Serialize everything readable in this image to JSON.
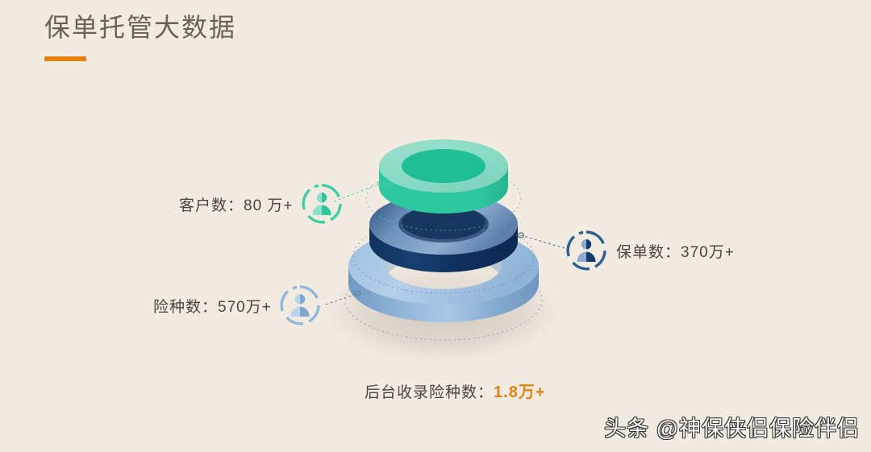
{
  "header": {
    "title": "保单托管大数据",
    "accent_color": "#E5820E"
  },
  "background_color": "#F2EBE1",
  "stats": [
    {
      "id": "customers",
      "label": "客户数：80 万+",
      "icon": "person-in-ring-icon",
      "color": "#3FCFA8"
    },
    {
      "id": "insurance_types",
      "label": "险种数：570万+",
      "icon": "person-in-ring-icon",
      "color": "#8FB8DC"
    },
    {
      "id": "policies",
      "label": "保单数：370万+",
      "icon": "person-in-ring-icon",
      "color": "#2B5E92"
    }
  ],
  "footer_stat": {
    "prefix": "后台收录险种数：",
    "value": "1.8万+",
    "value_color": "#E5820E"
  },
  "graphic": {
    "name": "stacked-3d-rings",
    "rings": [
      {
        "id": "top",
        "color_top": "#8CDCC6",
        "color_side": "#2BC79B",
        "label_ref": "customers"
      },
      {
        "id": "middle",
        "color_top": "#7A9ABF",
        "color_side": "#123A6B",
        "label_ref": "policies"
      },
      {
        "id": "bottom",
        "color_top": "#A8C8E4",
        "color_side": "#7FA6CC",
        "label_ref": "insurance_types"
      }
    ]
  },
  "watermark": {
    "text": "头条 @神保侠侣保险伴侣"
  }
}
